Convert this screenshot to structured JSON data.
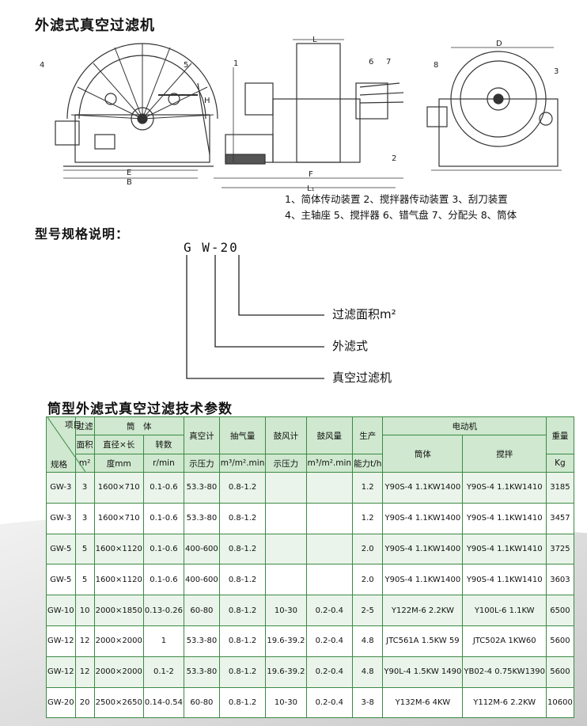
{
  "title": "外滤式真空过滤机",
  "legend_lines": [
    "1、简体传动装置  2、搅拌器传动装置  3、刮刀装置",
    "4、主轴座   5、搅拌器  6、错气盘  7、分配头  8、筒体"
  ],
  "drawing_labels": [
    "4",
    "5",
    "E",
    "B",
    "1",
    "2",
    "6",
    "7",
    "L",
    "L₁",
    "F",
    "H",
    "D",
    "8",
    "3"
  ],
  "model_title": "型号规格说明：",
  "model_code": "G  W-20",
  "model_parts": [
    "过滤面积m²",
    "外滤式",
    "真空过滤机"
  ],
  "table_title": "筒型外滤式真空过滤技术参数",
  "header": {
    "item": "项目",
    "spec": "规格",
    "area1": "过滤",
    "area2": "面积",
    "area3": "m²",
    "cylinder": "筒　体",
    "dia1": "直径×长",
    "dia2": "度mm",
    "speed1": "转数",
    "speed2": "r/min",
    "vac1": "真空计",
    "vac2": "示压力",
    "pump1": "抽气量",
    "pump2": "m³/m².min",
    "blow1": "鼓风计",
    "blow2": "示压力",
    "air1": "鼓风量",
    "air2": "m³/m².min",
    "cap1": "生产",
    "cap2": "能力t/h",
    "motor": "电动机",
    "motor_cyl": "筒体",
    "motor_stir": "搅拌",
    "weight1": "重量",
    "weight2": "Kg"
  },
  "rows": [
    {
      "model": "GW-3",
      "area": "3",
      "size": "1600×710",
      "speed": "0.1-0.6",
      "vac": "53.3-80",
      "pump": "0.8-1.2",
      "blow": "",
      "air": "",
      "cap": "1.2",
      "m_cyl": "Y90S-4 1.1KW1400",
      "m_stir": "Y90S-4 1.1KW1410",
      "weight": "3185"
    },
    {
      "model": "GW-3",
      "area": "3",
      "size": "1600×710",
      "speed": "0.1-0.6",
      "vac": "53.3-80",
      "pump": "0.8-1.2",
      "blow": "",
      "air": "",
      "cap": "1.2",
      "m_cyl": "Y90S-4 1.1KW1400",
      "m_stir": "Y90S-4 1.1KW1410",
      "weight": "3457"
    },
    {
      "model": "GW-5",
      "area": "5",
      "size": "1600×1120",
      "speed": "0.1-0.6",
      "vac": "400-600",
      "pump": "0.8-1.2",
      "blow": "",
      "air": "",
      "cap": "2.0",
      "m_cyl": "Y90S-4 1.1KW1400",
      "m_stir": "Y90S-4 1.1KW1410",
      "weight": "3725"
    },
    {
      "model": "GW-5",
      "area": "5",
      "size": "1600×1120",
      "speed": "0.1-0.6",
      "vac": "400-600",
      "pump": "0.8-1.2",
      "blow": "",
      "air": "",
      "cap": "2.0",
      "m_cyl": "Y90S-4 1.1KW1400",
      "m_stir": "Y90S-4 1.1KW1410",
      "weight": "3603"
    },
    {
      "model": "GW-10",
      "area": "10",
      "size": "2000×1850",
      "speed": "0.13-0.26",
      "vac": "60-80",
      "pump": "0.8-1.2",
      "blow": "10-30",
      "air": "0.2-0.4",
      "cap": "2-5",
      "m_cyl": "Y122M-6  2.2KW",
      "m_stir": "Y100L-6 1.1KW",
      "weight": "6500"
    },
    {
      "model": "GW-12",
      "area": "12",
      "size": "2000×2000",
      "speed": "1",
      "vac": "53.3-80",
      "pump": "0.8-1.2",
      "blow": "19.6-39.2",
      "air": "0.2-0.4",
      "cap": "4.8",
      "m_cyl": "JTC561A 1.5KW 59",
      "m_stir": "JTC502A 1KW60",
      "weight": "5600"
    },
    {
      "model": "GW-12",
      "area": "12",
      "size": "2000×2000",
      "speed": "0.1-2",
      "vac": "53.3-80",
      "pump": "0.8-1.2",
      "blow": "19.6-39.2",
      "air": "0.2-0.4",
      "cap": "4.8",
      "m_cyl": "Y90L-4 1.5KW 1490",
      "m_stir": "YB02-4  0.75KW1390",
      "weight": "5600"
    },
    {
      "model": "GW-20",
      "area": "20",
      "size": "2500×2650",
      "speed": "0.14-0.54",
      "vac": "60-80",
      "pump": "0.8-1.2",
      "blow": "10-30",
      "air": "0.2-0.4",
      "cap": "3-8",
      "m_cyl": "Y132M-6  4KW",
      "m_stir": "Y112M-6  2.2KW",
      "weight": "10600"
    }
  ]
}
